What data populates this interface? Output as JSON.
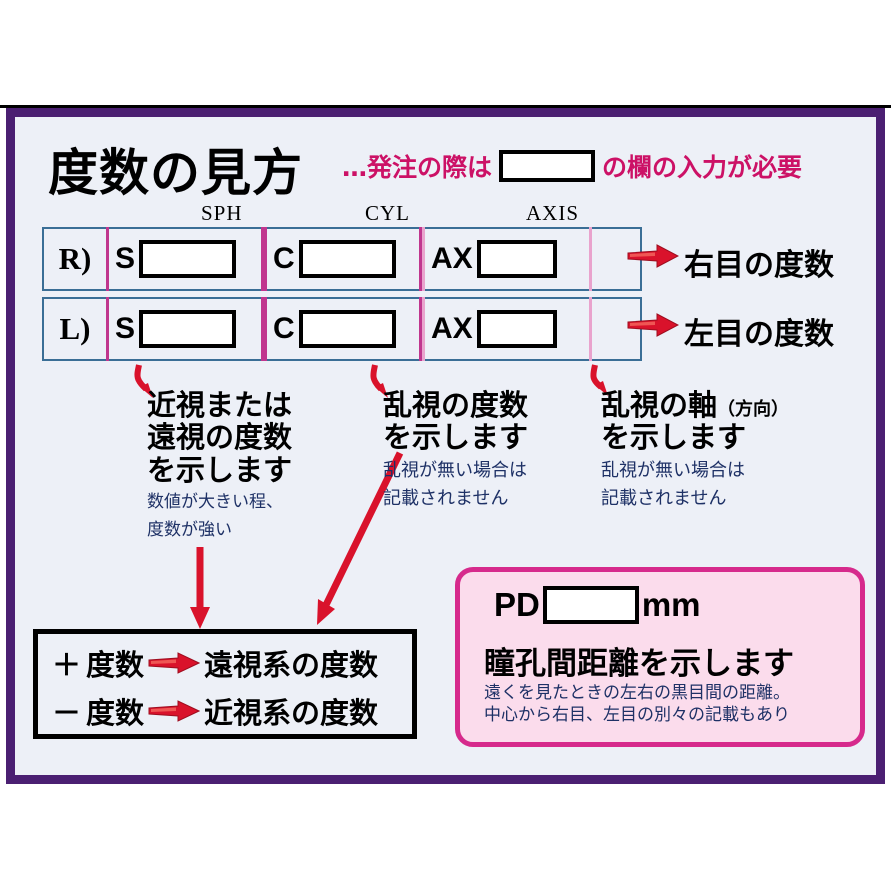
{
  "title": "度数の見方",
  "header_note": {
    "before": "…発注の際は",
    "after": "の欄の入力が必要"
  },
  "table": {
    "column_headers": [
      "SPH",
      "CYL",
      "AXIS"
    ],
    "rows": [
      {
        "eye_label": "R)",
        "side_note": "右目の度数",
        "cells": [
          {
            "prefix": "S"
          },
          {
            "prefix": "C"
          },
          {
            "prefix": "AX"
          }
        ]
      },
      {
        "eye_label": "L)",
        "side_note": "左目の度数",
        "cells": [
          {
            "prefix": "S"
          },
          {
            "prefix": "C"
          },
          {
            "prefix": "AX"
          }
        ]
      }
    ]
  },
  "explanations": [
    {
      "main_line1": "近視または",
      "main_line2": "遠視の度数",
      "main_line3": "を示します",
      "sub_line1": "数値が大きい程、",
      "sub_line2": "度数が強い"
    },
    {
      "main_line1": "乱視の度数",
      "main_line2": "を示します",
      "sub_line1": "乱視が無い場合は",
      "sub_line2": "記載されません"
    },
    {
      "main_line1": "乱視の軸",
      "main_paren": "（方向）",
      "main_line2": "を示します",
      "sub_line1": "乱視が無い場合は",
      "sub_line2": "記載されません"
    }
  ],
  "sign_box": {
    "lines": [
      {
        "symbol": "＋",
        "term": "度数",
        "result": "遠視系の度数"
      },
      {
        "symbol": "－",
        "term": "度数",
        "result": "近視系の度数"
      }
    ]
  },
  "pd_box": {
    "label": "PD",
    "unit": "mm",
    "title": "瞳孔間距離を示します",
    "sub_line1": "遠くを見たときの左右の黒目間の距離。",
    "sub_line2": "中心から右目、左目の別々の記載もあり"
  },
  "colors": {
    "frame_purple": "#4b1f72",
    "background": "#edf0f7",
    "accent_magenta": "#cc1166",
    "table_row_blue": "#3a6e96",
    "column_pink": "#c0368e",
    "column_pink_light": "#e9a3cd",
    "arrow_red": "#d9122b",
    "sub_text_navy": "#1e3166",
    "pd_fill": "#fbdcec",
    "pd_border": "#d62a8c"
  }
}
